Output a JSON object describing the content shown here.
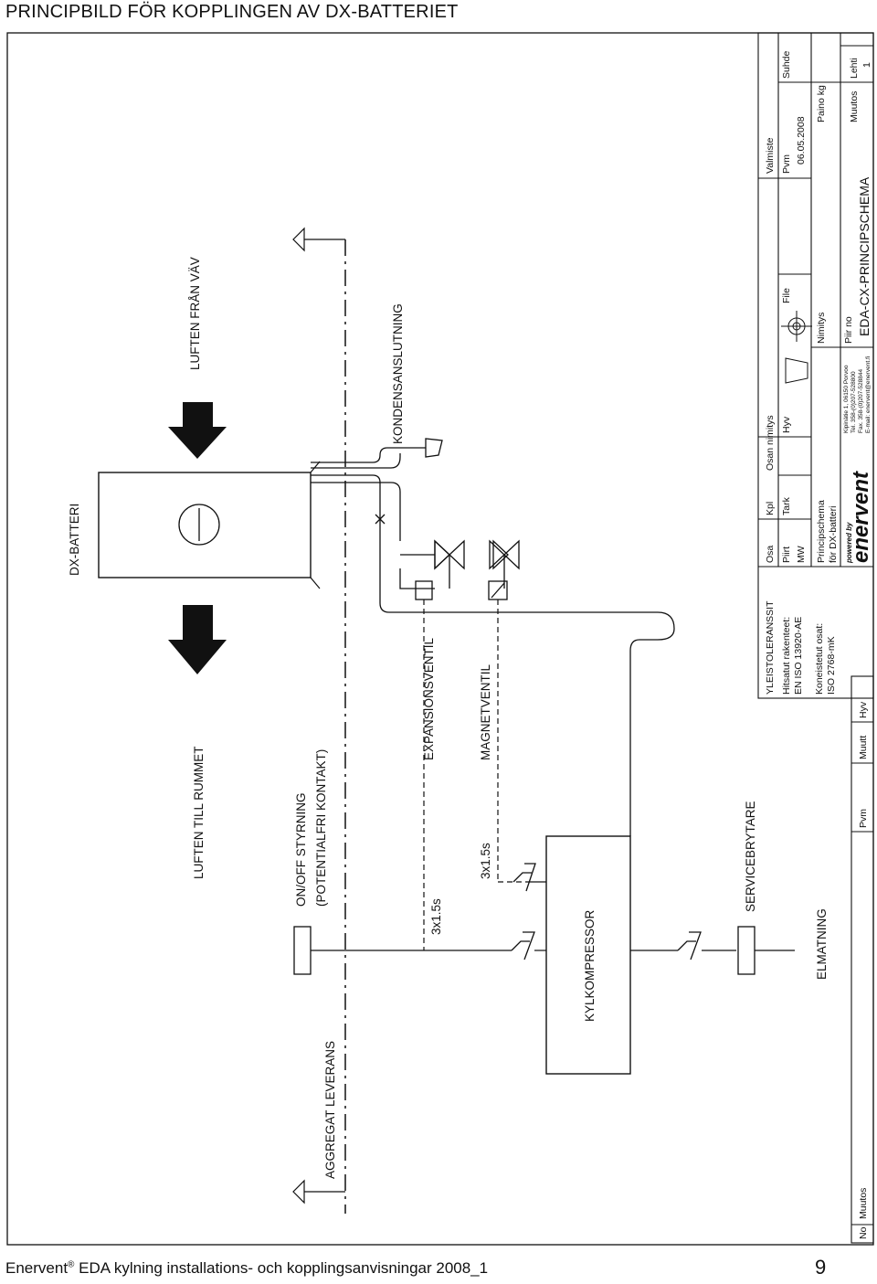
{
  "heading": "PRINCIPBILD FÖR KOPPLINGEN AV DX-BATTERIET",
  "footer": {
    "brand": "Enervent",
    "reg": "®",
    "text": " EDA kylning installations- och kopplingsanvisningar 2008_1",
    "page": "9"
  },
  "labels": {
    "dx_batteri": "DX-BATTERI",
    "luften_fran_vav": "LUFTEN FRÅN VÄV",
    "luften_till_rummet": "LUFTEN TILL RUMMET",
    "kondensanslutning": "KONDENSANSLUTNING",
    "expansionsventil": "EXPANSIONSVENTIL",
    "magnetventil": "MAGNETVENTIL",
    "onoff_1": "ON/OFF STYRNING",
    "onoff_2": "(POTENTIALFRI KONTAKT)",
    "aggregat": "AGGREGAT LEVERANS",
    "cable_1": "3x1.5s",
    "cable_2": "3x1.5s",
    "kylkompressor": "KYLKOMPRESSOR",
    "servicebrytare": "SERVICEBRYTARE",
    "elmatning": "ELMATNING"
  },
  "title_block": {
    "yleis": "YLEISTOLERANSSIT",
    "hits1": "Hitsatut rakenteet:",
    "hits2": "EN ISO 13920-AE",
    "kon1": "Koneistetut osat:",
    "kon2": "ISO 2768-mK",
    "osa": "Osa",
    "kpl": "Kpl",
    "osan_nimitys": "Osan nimitys",
    "valmiste": "Valmiste",
    "piirt": "Piirt",
    "piirt_val": "MW",
    "tark": "Tark",
    "hyv": "Hyv",
    "file": "File",
    "pvm": "Pvm",
    "pvm_val": "06.05.2008",
    "suhde": "Suhde",
    "desc1": "Principschema",
    "desc2": "för DX-batteri",
    "nimitys": "Nimitys",
    "paino": "Paino kg",
    "powered": "powered by",
    "logo": "enervent",
    "addr1": "Kipinätie 1, 06150 Porvoo",
    "addr2": "Tel. 358-(0)207-528800",
    "addr3": "Fax. 358-(0)207-528844",
    "addr4": "E-mail: enervent@enervent.fi",
    "piir_no": "Piir no",
    "drawing_no": "EDA-CX-PRINCIPSCHEMA",
    "muutos": "Muutos",
    "lehti": "Lehti",
    "lehti_val": "1",
    "rev_no": "No",
    "rev_muutos": "Muutos",
    "rev_pvm": "Pvm",
    "rev_muutt": "Muutt",
    "rev_hyv": "Hyv"
  }
}
